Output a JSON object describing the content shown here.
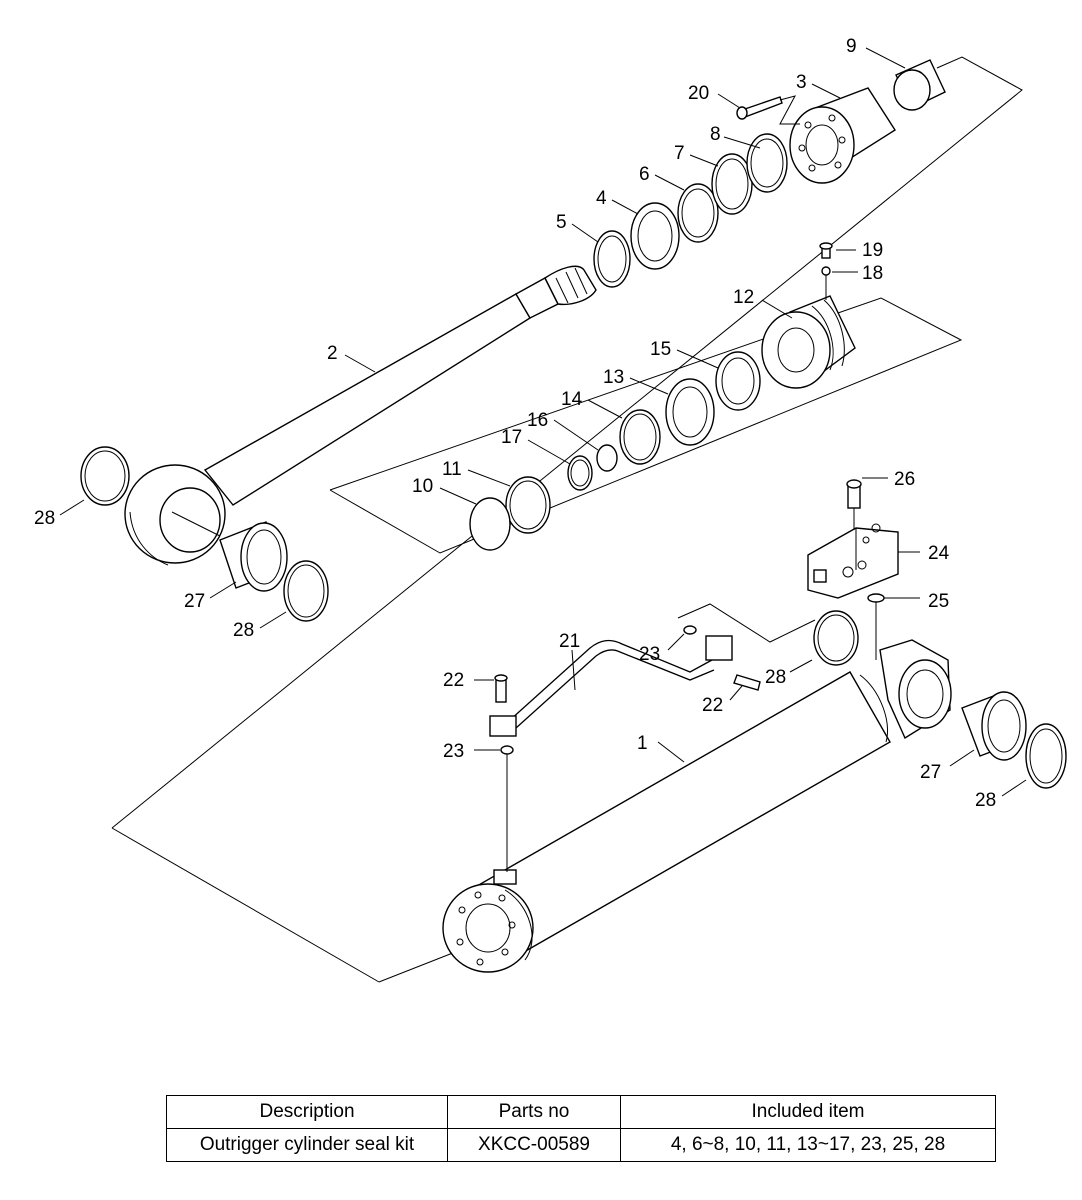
{
  "callouts": {
    "c1": "1",
    "c2": "2",
    "c3": "3",
    "c4": "4",
    "c5": "5",
    "c6": "6",
    "c7": "7",
    "c8": "8",
    "c9": "9",
    "c10": "10",
    "c11": "11",
    "c12": "12",
    "c13": "13",
    "c14": "14",
    "c15": "15",
    "c16": "16",
    "c17": "17",
    "c18": "18",
    "c19": "19",
    "c20": "20",
    "c21": "21",
    "c22a": "22",
    "c22b": "22",
    "c23a": "23",
    "c23b": "23",
    "c24": "24",
    "c25": "25",
    "c26": "26",
    "c27a": "27",
    "c27b": "27",
    "c28a": "28",
    "c28b": "28",
    "c28c": "28",
    "c28d": "28"
  },
  "table": {
    "headers": [
      "Description",
      "Parts no",
      "Included item"
    ],
    "row": {
      "description": "Outrigger cylinder seal kit",
      "parts_no": "XKCC-00589",
      "included": "4, 6~8, 10, 11, 13~17, 23, 25, 28"
    }
  }
}
